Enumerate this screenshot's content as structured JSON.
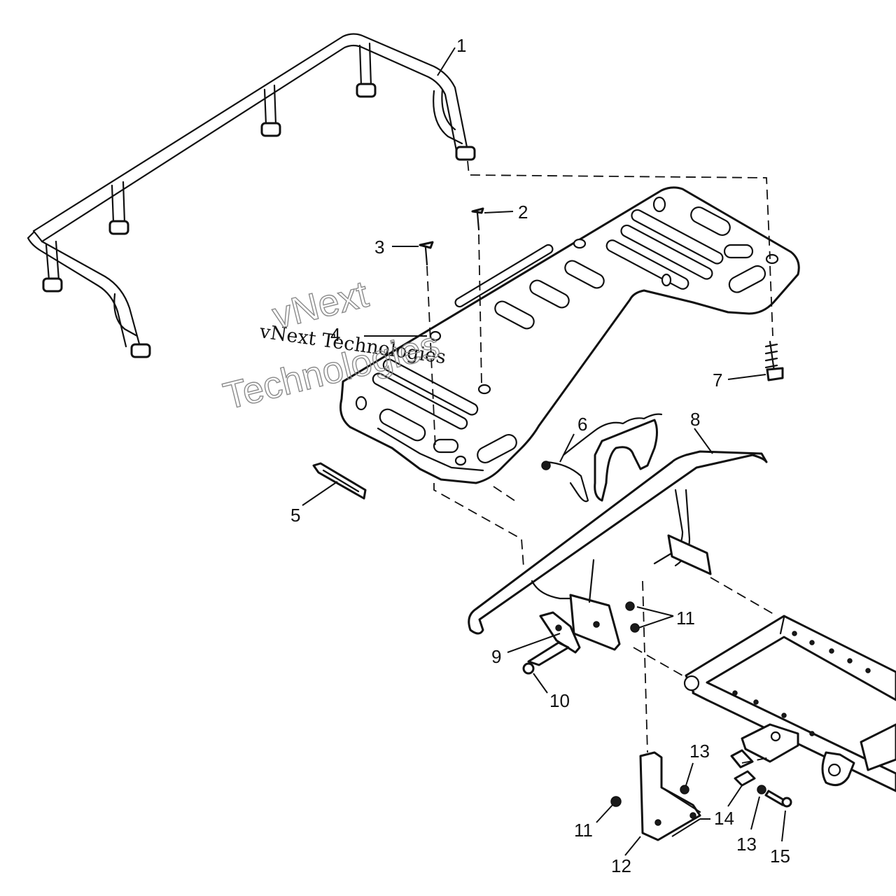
{
  "callouts": {
    "c1": "1",
    "c2": "2",
    "c3": "3",
    "c4": "4",
    "c5": "5",
    "c6": "6",
    "c7": "7",
    "c8": "8",
    "c9": "9",
    "c10": "10",
    "c11a": "11",
    "c11b": "11",
    "c12": "12",
    "c13a": "13",
    "c13b": "13",
    "c14": "14",
    "c15": "15"
  },
  "watermark": {
    "line_small": "vNext Technologies",
    "line_big_1": "vNext",
    "line_big_2": "Technologies"
  },
  "colors": {
    "ink": "#111111",
    "paper": "#ffffff",
    "watermark": "#8a8a8a"
  }
}
